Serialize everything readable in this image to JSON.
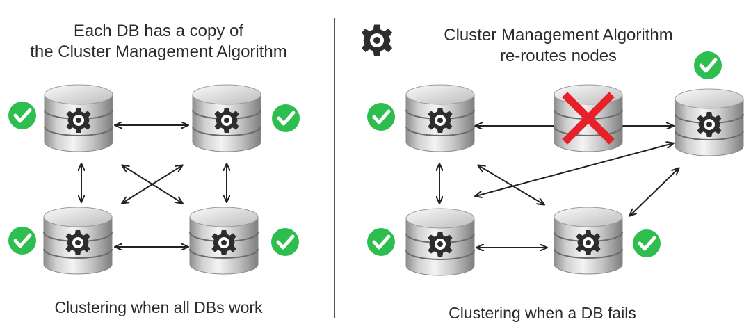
{
  "left_panel": {
    "title_lines": [
      "Each DB has a copy of",
      "the Cluster Management Algorithm"
    ],
    "caption": "Clustering when all DBs work"
  },
  "right_panel": {
    "title_lines": [
      "Cluster Management Algorithm",
      "re-routes nodes"
    ],
    "caption": "Clustering when a DB fails"
  },
  "colors": {
    "check_green": "#2ebd4f",
    "fail_red": "#e8202a",
    "gear": "#2d2d2d",
    "arrow": "#222222"
  }
}
